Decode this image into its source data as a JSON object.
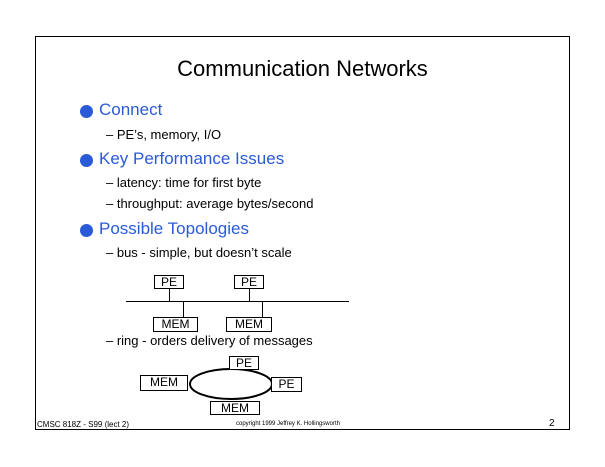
{
  "slide": {
    "title": "Communication Networks",
    "page_number": "2"
  },
  "bullets": [
    {
      "heading": "Connect",
      "subs": [
        "– PE’s, memory, I/O"
      ]
    },
    {
      "heading": "Key Performance Issues",
      "subs": [
        "– latency: time for first byte",
        "– throughput: average bytes/second"
      ]
    },
    {
      "heading": "Possible Topologies",
      "subs": [
        "– bus - simple, but doesn’t scale"
      ]
    }
  ],
  "bus_diagram": {
    "pe_labels": [
      "PE",
      "PE"
    ],
    "mem_labels": [
      "MEM",
      "MEM"
    ]
  },
  "ring_item": "– ring - orders delivery of messages",
  "ring_diagram": {
    "top": "PE",
    "left": "MEM",
    "right": "PE",
    "bottom": "MEM"
  },
  "footer": {
    "course": "CMSC 818Z - S99  (lect 2)",
    "copyright": "copyright 1999 Jeffrey K. Hollingsworth"
  },
  "colors": {
    "accent": "#2a5ad8"
  }
}
